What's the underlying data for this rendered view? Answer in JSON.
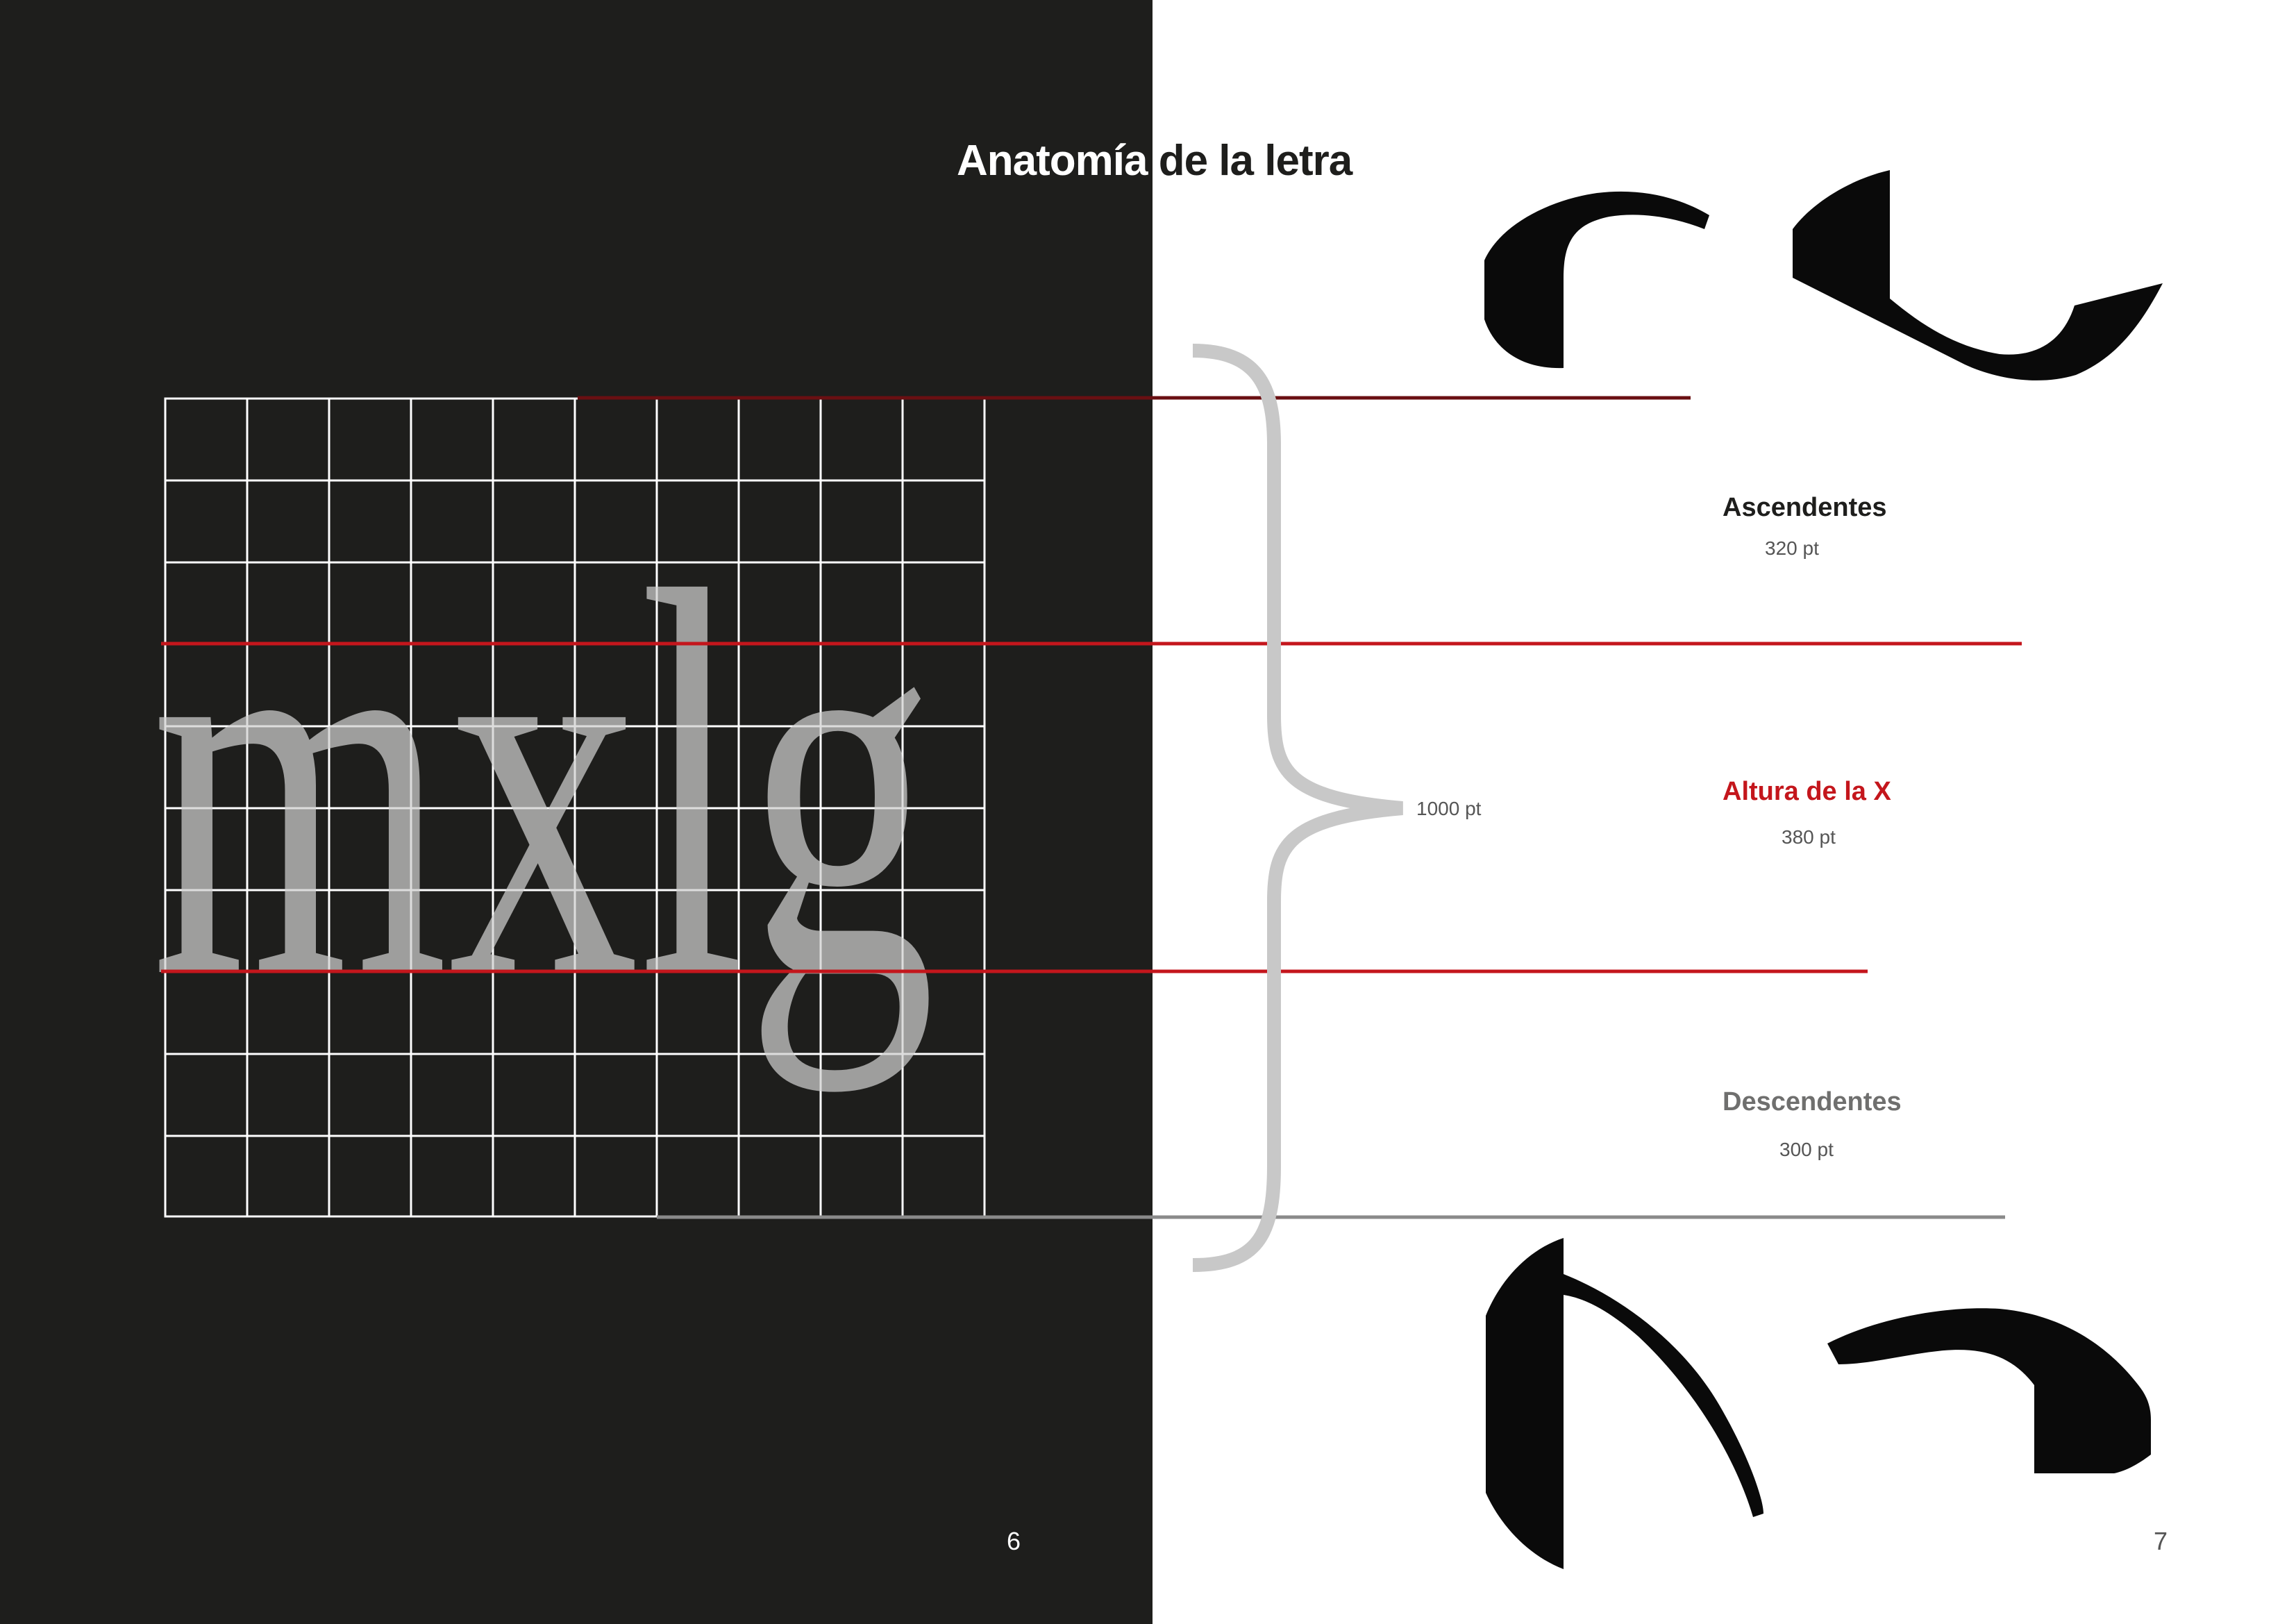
{
  "title": {
    "part_light": "Anatomía ",
    "part_dark": "de la letra"
  },
  "specimen": {
    "letters": "mxlg"
  },
  "metrics": {
    "total": "1000 pt",
    "ascenders": {
      "label": "Ascendentes",
      "value": "320 pt",
      "color": "#1e1e1c"
    },
    "x_height": {
      "label": "Altura de la X",
      "value": "380 pt",
      "color": "#c4161c"
    },
    "descenders": {
      "label": "Descendentes",
      "value": "300 pt",
      "color": "#6f6f6e"
    }
  },
  "colors": {
    "dark_page": "#1e1e1c",
    "accent_red": "#c4161c",
    "dark_red": "#6a0f12",
    "grid": "#ffffff",
    "glyph": "#cfcfcf",
    "brace": "#c8c8c8"
  },
  "page_numbers": {
    "left": "6",
    "right": "7"
  }
}
